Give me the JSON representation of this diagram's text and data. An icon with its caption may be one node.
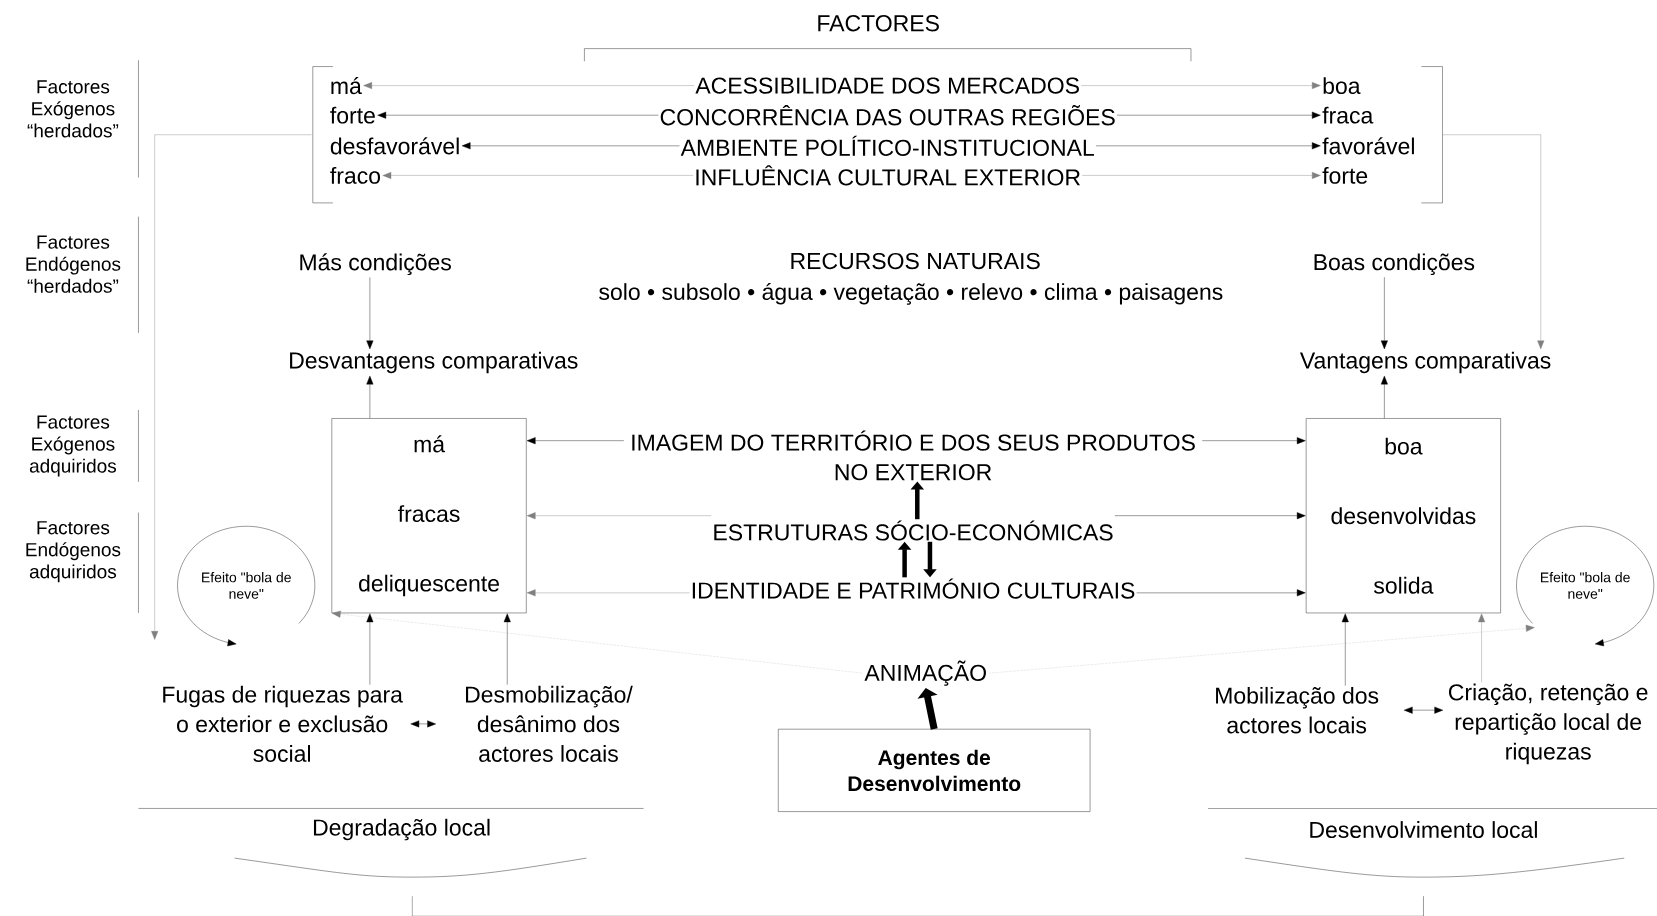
{
  "diagram": {
    "nodes": [
      {
        "text": [],
        "shape": "bracket"
      },
      {
        "text": [
          "má"
        ]
      },
      {
        "text": [
          "forte"
        ]
      },
      {
        "text": [
          "desfavorável"
        ]
      },
      {
        "text": [
          "fraco"
        ]
      },
      {
        "text": [
          "ACESSIBILIDADE DOS MERCADOS"
        ]
      },
      {
        "text": [
          "CONCORRÊNCIA DAS OUTRAS REGIÕES"
        ]
      },
      {
        "text": [
          "AMBIENTE POLÍTICO-INSTITUCIONAL"
        ]
      },
      {
        "text": [
          "INFLUÊNCIA CULTURAL EXTERIOR"
        ]
      },
      {
        "text": [],
        "shape": "bracket"
      },
      {
        "text": [
          "boa"
        ]
      },
      {
        "text": [
          "fraca"
        ]
      },
      {
        "text": [
          "favorável"
        ]
      },
      {
        "text": [
          "forte"
        ]
      },
      {
        "text": [
          "Más condições"
        ]
      },
      {
        "text": [
          "Boas condições"
        ]
      },
      {
        "text": [
          "Desvantagens comparativas"
        ]
      },
      {
        "text": [
          "Vantagens comparativas"
        ]
      },
      {
        "text": [
          "má",
          "fracas",
          "deliquescente"
        ]
      },
      {
        "text": [
          "IMAGEM DO TERRITÓRIO E DOS SEUS PRODUTOS NO EXTERIOR"
        ]
      },
      {
        "text": [
          "boa",
          "desenvolvidas",
          "solida"
        ]
      },
      {
        "text": [
          "ESTRUTURAS SÓCIO-ECONÓMICAS"
        ]
      },
      {
        "text": [
          "IDENTIDADE E PATRIMÓNIO CULTURAIS"
        ]
      },
      {
        "text": [
          "Efeito \"bola de neve\""
        ]
      },
      {
        "text": [
          "Efeito \"bola de neve\""
        ]
      },
      {
        "text": [
          "ANIMAÇÃO"
        ]
      },
      {
        "text": [
          "Fugas de riquezas para o exterior e exclusão social"
        ]
      },
      {
        "text": [
          "Desmobilização/ desânimo dos actores locais"
        ]
      },
      {
        "text": [
          "Agentes de Desenvolvimento"
        ]
      },
      {
        "text": [
          "Mobilização dos actores locais"
        ]
      },
      {
        "text": [
          "Criação, retenção e repartição local de riquezas"
        ]
      }
    ],
    "edges": [
      {
        "from": 5,
        "to": 1,
        "arrow": "to",
        "color": "#808080"
      },
      {
        "from": 6,
        "to": 2,
        "arrow": "to"
      },
      {
        "from": 7,
        "to": 3,
        "arrow": "to"
      },
      {
        "from": 8,
        "to": 4,
        "arrow": "to",
        "color": "#808080"
      },
      {
        "from": 5,
        "to": 10,
        "arrow": "to",
        "color": "#808080"
      },
      {
        "from": 6,
        "to": 11,
        "arrow": "to"
      },
      {
        "from": 7,
        "to": 12,
        "arrow": "to"
      },
      {
        "from": 8,
        "to": 13,
        "arrow": "to",
        "color": "#808080"
      },
      {
        "from": 0,
        "to": 23,
        "arrow": "to",
        "color": "#808080"
      },
      {
        "from": 9,
        "to": 17,
        "arrow": "to",
        "color": "#808080"
      },
      {
        "from": 14,
        "to": 16,
        "arrow": "to"
      },
      {
        "from": 15,
        "to": 17,
        "arrow": "to"
      },
      {
        "from": 18,
        "to": 16,
        "arrow": "to"
      },
      {
        "from": 20,
        "to": 17,
        "arrow": "to"
      },
      {
        "from": 19,
        "to": 18,
        "arrow": "to"
      },
      {
        "from": 19,
        "to": 20,
        "arrow": "to"
      },
      {
        "from": 21,
        "to": 18,
        "arrow": "to",
        "color": "#808080"
      },
      {
        "from": 21,
        "to": 20,
        "arrow": "to"
      },
      {
        "from": 22,
        "to": 18,
        "arrow": "to",
        "color": "#808080"
      },
      {
        "from": 22,
        "to": 20,
        "arrow": "to"
      },
      {
        "from": 21,
        "to": 19,
        "arrow": "to",
        "style": "thick"
      },
      {
        "from": 22,
        "to": 21,
        "arrow": "to",
        "style": "thick"
      },
      {
        "from": 21,
        "to": 22,
        "arrow": "to",
        "style": "thick"
      },
      {
        "from": 25,
        "to": 18,
        "arrow": "to",
        "style": "dashed",
        "color": "#808080"
      },
      {
        "from": 25,
        "to": 24,
        "arrow": "to",
        "style": "dashed",
        "color": "#808080"
      },
      {
        "from": 28,
        "to": 25,
        "arrow": "to",
        "style": "thick"
      },
      {
        "from": 26,
        "to": 18,
        "arrow": "to"
      },
      {
        "from": 27,
        "to": 18,
        "arrow": "to"
      },
      {
        "from": 26,
        "to": 27,
        "arrow": "both"
      },
      {
        "from": 29,
        "to": 20,
        "arrow": "to"
      },
      {
        "from": 30,
        "to": 20,
        "arrow": "to",
        "color": "#808080"
      },
      {
        "from": 29,
        "to": 30,
        "arrow": "both"
      }
    ],
    "labels": [
      "FACTORES",
      "Factores Exógenos “herdados”",
      "Factores Endógenos “herdados”",
      "RECURSOS NATURAIS",
      "solo • subsolo • água • vegetação • relevo • clima • paisagens",
      "Factores Exógenos adquiridos",
      "Factores Endógenos adquiridos",
      "Degradação local",
      "Desenvolvimento local"
    ]
  }
}
